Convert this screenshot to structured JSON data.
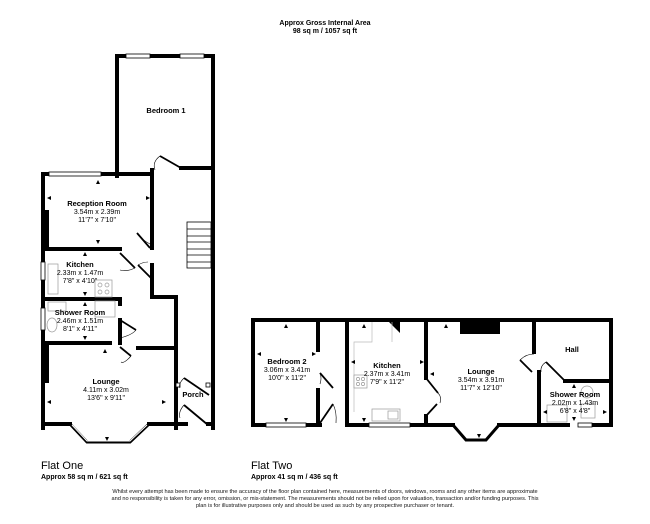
{
  "header": {
    "title": "Approx Gross Internal Area",
    "area": "98 sq m / 1057 sq ft"
  },
  "flat_one": {
    "title": "Flat One",
    "area": "Approx 58 sq m / 621 sq ft",
    "rooms": [
      {
        "name": "Bedroom 1",
        "metric": "",
        "imperial": ""
      },
      {
        "name": "Reception Room",
        "metric": "3.54m x 2.39m",
        "imperial": "11'7\" x 7'10\""
      },
      {
        "name": "Kitchen",
        "metric": "2.33m x 1.47m",
        "imperial": "7'8\" x 4'10\""
      },
      {
        "name": "Shower Room",
        "metric": "2.46m x 1.51m",
        "imperial": "8'1\" x 4'11\""
      },
      {
        "name": "Lounge",
        "metric": "4.11m x 3.02m",
        "imperial": "13'6\" x 9'11\""
      },
      {
        "name": "Porch",
        "metric": "",
        "imperial": ""
      }
    ]
  },
  "flat_two": {
    "title": "Flat Two",
    "area": "Approx 41 sq m / 436 sq ft",
    "rooms": [
      {
        "name": "Bedroom 2",
        "metric": "3.06m x 3.41m",
        "imperial": "10'0\" x 11'2\""
      },
      {
        "name": "Kitchen",
        "metric": "2.37m x 3.41m",
        "imperial": "7'9\" x 11'2\""
      },
      {
        "name": "Lounge",
        "metric": "3.54m x 3.91m",
        "imperial": "11'7\" x 12'10\""
      },
      {
        "name": "Hall",
        "metric": "",
        "imperial": ""
      },
      {
        "name": "Shower Room",
        "metric": "2.02m x 1.43m",
        "imperial": "6'8\" x 4'8\""
      }
    ]
  },
  "disclaimer": "Whilst every attempt has been made to ensure the accuracy of the floor plan contained here, measurements of doors, windows, rooms and any other items are approximate and no responsibility is taken for any error, omission, or mis-statement. The measurements should not be relied upon for valuation, transaction and/or funding purposes. This plan is for illustrative purposes only and should be used as such by any prospective purchaser or tenant.",
  "colors": {
    "wall": "#000000",
    "fixture": "#bdbdbd",
    "background": "#ffffff"
  }
}
